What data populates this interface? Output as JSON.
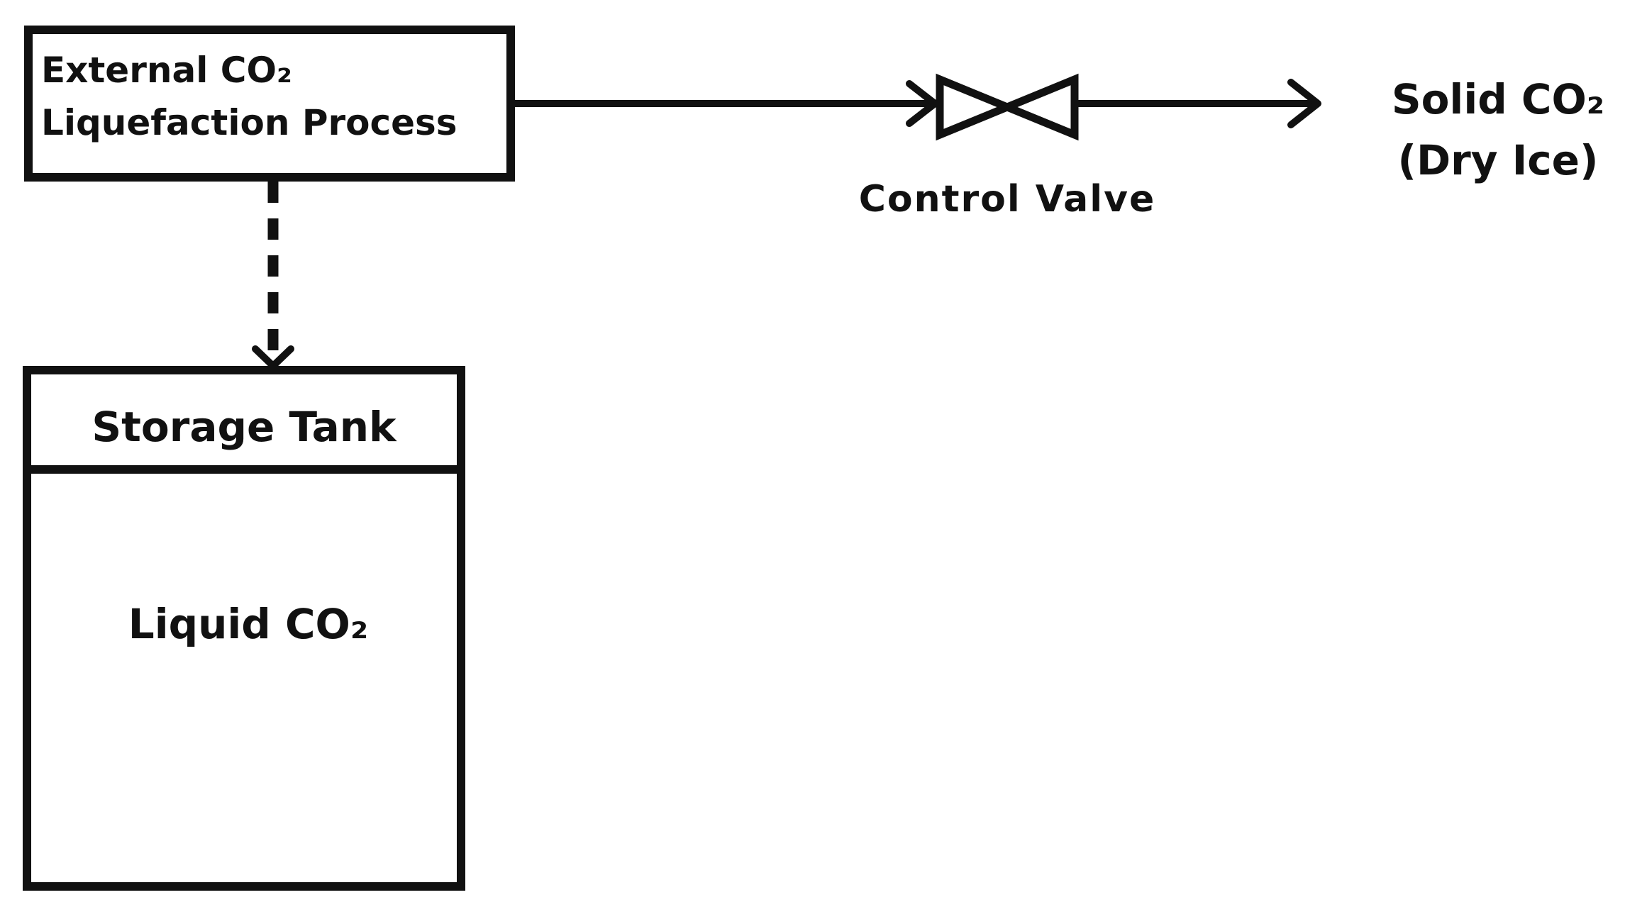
{
  "process_box": {
    "line1": "External CO₂",
    "line2": "Liquefaction Process"
  },
  "storage_tank": {
    "title": "Storage Tank",
    "content": "Liquid CO₂"
  },
  "valve": {
    "label": "Control Valve"
  },
  "product": {
    "line1": "Solid CO₂",
    "line2": "(Dry Ice)"
  }
}
